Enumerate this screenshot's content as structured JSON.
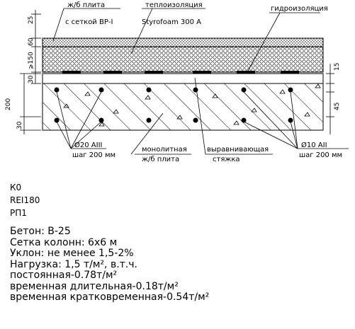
{
  "labels": {
    "slab_top_1": "ж/б плита",
    "slab_top_2": "с сеткой ВР-I",
    "insulation_1": "теплоизоляция",
    "insulation_2": "Styrofoam 300 A",
    "waterproofing": "гидроизоляция",
    "rebar_left_1": "Ø20 AIII",
    "rebar_left_2": "шаг 200 мм",
    "monolith_1": "монолитная",
    "monolith_2": "ж/б плита",
    "screed_1": "выравнивающая",
    "screed_2": "стяжка",
    "rebar_right_1": "Ø10 AII",
    "rebar_right_2": "шаг 200 мм"
  },
  "dimensions": {
    "d25": "25",
    "d60": "60",
    "d150": "⩾150",
    "d30a": "30",
    "d200": "200",
    "d30b": "30",
    "d15": "15",
    "d45": "45"
  },
  "codes": [
    "К0",
    "REI180",
    "РП1"
  ],
  "specs": [
    "Бетон: В-25",
    "Сетка колонн: 6х6 м",
    "Уклон: не менее 1,5-2%",
    "Нагрузка: 1,5 т/м², в.т.ч.",
    "постоянная-0.78т/м²",
    "временная длительная-0.18т/м²",
    "временная кратковременная-0.54т/м²"
  ]
}
